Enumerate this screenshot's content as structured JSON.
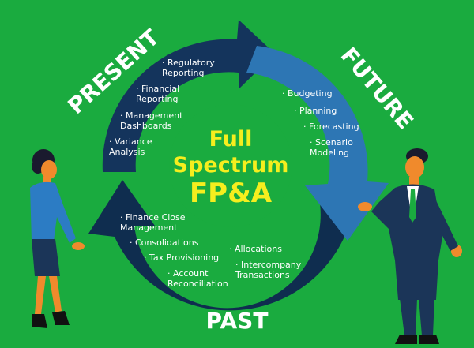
{
  "colors": {
    "background": "#1aab3f",
    "present_segment": "#14345c",
    "future_segment": "#2d76b4",
    "past_segment": "#0f2d4f",
    "center_circle": "#1aab3f",
    "center_text": "#f5ee1e",
    "heading_text": "#ffffff"
  },
  "diagram": {
    "center": {
      "line1": "Full",
      "line2": "Spectrum",
      "line3": "FP&A"
    },
    "present": {
      "heading": "PRESENT",
      "items": [
        [
          "Regulatory",
          "Reporting"
        ],
        [
          "Financial",
          "Reporting"
        ],
        [
          "Management",
          "Dashboards"
        ],
        [
          "Variance",
          "Analysis"
        ]
      ]
    },
    "future": {
      "heading": "FUTURE",
      "items": [
        [
          "Budgeting"
        ],
        [
          "Planning"
        ],
        [
          "Forecasting"
        ],
        [
          "Scenario",
          "Modeling"
        ]
      ]
    },
    "past": {
      "heading": "PAST",
      "items_left": [
        [
          "Finance Close",
          "Management"
        ],
        [
          "Consolidations"
        ],
        [
          "Tax Provisioning"
        ],
        [
          "Account",
          "Reconciliation"
        ]
      ],
      "items_right": [
        [
          "Allocations"
        ],
        [
          "Intercompany",
          "Transactions"
        ]
      ]
    }
  },
  "people": {
    "woman_icon": "businesswoman-figure",
    "man_icon": "businessman-figure"
  }
}
